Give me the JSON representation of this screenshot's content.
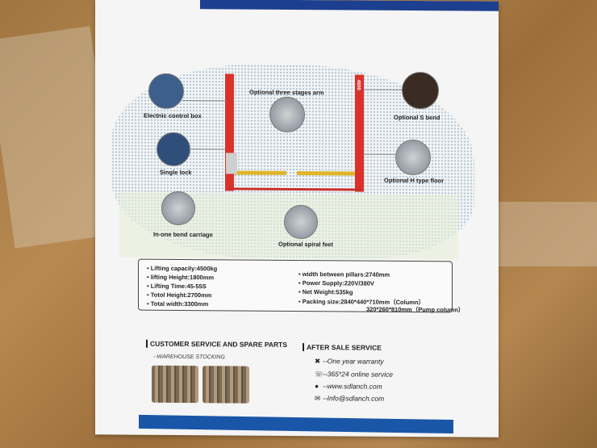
{
  "poster": {
    "feature_labels": {
      "electric_control_box": "Electnic control box",
      "single_lock": "Single lock",
      "in_one_bend_carriage": "In-one bend carriage",
      "optional_three_stages_arm": "Optional three stages arm",
      "optional_spiral_feet": "Optional spiral feet",
      "optional_s_bend": "Optional S bend",
      "optional_h_type_floor": "Optional H type floor"
    },
    "post_marking": "4500",
    "specs_left": [
      "Lifting capacily:4500kg",
      "lifting Height:1800mm",
      "Lifting Time:45-55S",
      "Totol Height:2700mm",
      "Total width:3300mm"
    ],
    "specs_right": [
      "width between pillars:2740mm",
      "Power Supply:220V/380V",
      "Net Weight:535kg",
      "Packing size:2840*440*710mm（Column）"
    ],
    "specs_right_extra": "320*260*810mm（Pump column）",
    "customer_service": {
      "title": "CUSTOMER SERVICE AND SPARE PARTS",
      "subtitle": "--WAREHOUSE STOCKING"
    },
    "after_sale": {
      "title": "AFTER SALE SERVICE",
      "items": [
        {
          "icon": "wrench-icon",
          "glyph": "✖",
          "text": "--One year warranty"
        },
        {
          "icon": "phone-icon",
          "glyph": "☏",
          "text": "--365*24 online service"
        },
        {
          "icon": "globe-icon",
          "glyph": "●",
          "text": "--www.sdlanch.com"
        },
        {
          "icon": "mail-icon",
          "glyph": "✉",
          "text": "--Info@sdlanch.com"
        }
      ]
    },
    "colors": {
      "blue_bar": "#1d3f8f",
      "post_red": "#d9322a",
      "arm_yellow": "#e0b52a"
    }
  }
}
